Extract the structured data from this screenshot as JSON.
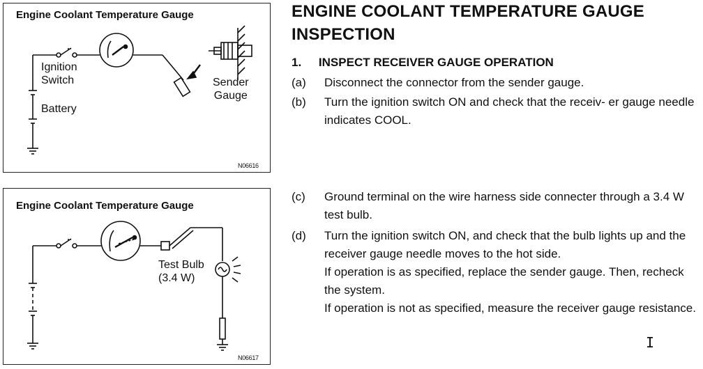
{
  "figures": [
    {
      "title": "Engine Coolant Temperature Gauge",
      "labels": {
        "ignition": "Ignition\nSwitch",
        "battery": "Battery",
        "sender": "Sender\nGauge"
      },
      "figure_id": "N06616"
    },
    {
      "title": "Engine Coolant Temperature Gauge",
      "labels": {
        "bulb": "Test Bulb\n(3.4 W)"
      },
      "figure_id": "N06617"
    }
  ],
  "heading": "ENGINE COOLANT TEMPERATURE GAUGE INSPECTION",
  "step": {
    "num": "1.",
    "title": "INSPECT RECEIVER GAUGE OPERATION"
  },
  "items": [
    {
      "tag": "(a)",
      "lines": [
        "Disconnect the connector from the sender gauge."
      ]
    },
    {
      "tag": "(b)",
      "lines": [
        "Turn the ignition switch ON and check that the receiv- er gauge needle indicates COOL."
      ]
    },
    {
      "tag": "(c)",
      "lines": [
        "Ground terminal on the wire harness side connecter through a 3.4 W test bulb."
      ]
    },
    {
      "tag": "(d)",
      "lines": [
        "Turn the ignition switch ON, and check that the bulb lights up and the receiver gauge needle moves to the hot side.",
        "If operation is as specified, replace the sender gauge. Then, recheck the system.",
        "If operation is not as specified, measure the receiver gauge resistance."
      ]
    }
  ],
  "cursor": "I"
}
